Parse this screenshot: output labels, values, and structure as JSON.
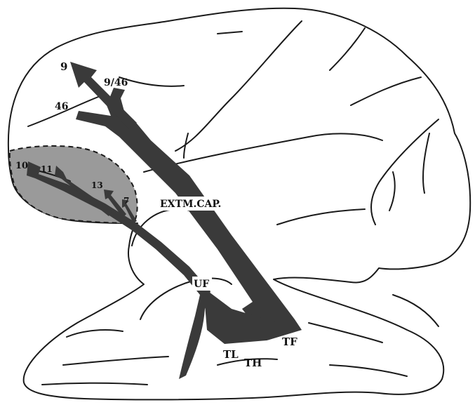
{
  "labels": {
    "a9": "9",
    "a946": "9/46",
    "a46": "46",
    "a10": "10",
    "a11": "11",
    "a13": "13",
    "a7": "7",
    "extm": "EXTM.CAP.",
    "uf": "UF",
    "tl": "TL",
    "th": "TH",
    "tf": "TF"
  },
  "colors": {
    "tract": "#3a3a3a",
    "orbital_region": "#9a9a9a",
    "outline": "#1a1a1a"
  }
}
